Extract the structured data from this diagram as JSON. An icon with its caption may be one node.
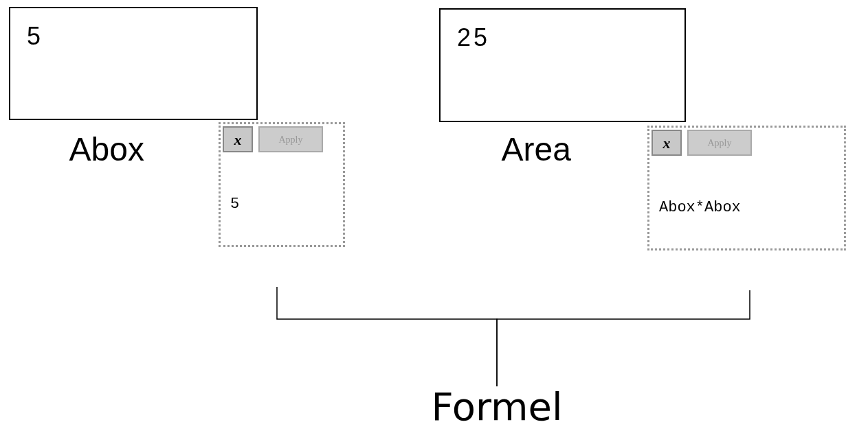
{
  "diagram": {
    "nodes": [
      {
        "text": [
          "5"
        ],
        "beside": [
          "Abox"
        ]
      },
      {
        "text": [
          "25"
        ],
        "beside": [
          "Area"
        ]
      },
      {
        "text": [
          "x",
          "Apply",
          "5"
        ]
      },
      {
        "text": [
          "x",
          "Apply",
          "Abox*Abox"
        ]
      },
      {
        "text": [
          "Formel"
        ]
      }
    ],
    "edges": [
      {
        "from": 4,
        "to": 2,
        "arrow": "none"
      },
      {
        "from": 4,
        "to": 3,
        "arrow": "none"
      }
    ]
  }
}
